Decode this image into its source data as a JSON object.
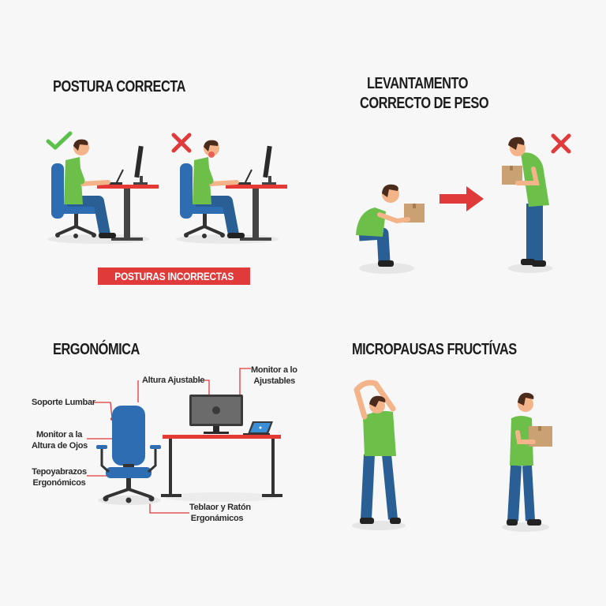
{
  "panels": {
    "posture": {
      "title": "POSTURA CORRECTA",
      "badge": "POSTURAS INCORRECTAS",
      "correct_mark": "check-icon",
      "incorrect_mark": "cross-icon"
    },
    "lifting": {
      "title_line1": "LEVANTAMENTO",
      "title_line2": "CORRECTO DE PESO",
      "arrow": "arrow-right-icon",
      "incorrect_mark": "cross-icon"
    },
    "ergonomics": {
      "title": "ERGONÓMICA",
      "callouts": {
        "lumbar": "Soporte Lumbar",
        "eye_level_1": "Monitor a la",
        "eye_level_2": "Altura de Ojos",
        "armrests_1": "Tepoyabrazos",
        "armrests_2": "Ergonómicos",
        "adjustable_height": "Altura Ajustable",
        "monitor_1": "Monitor a lo",
        "monitor_2": "Ajustables",
        "keyboard_1": "Teblaor y Ratón",
        "keyboard_2": "Ergonámicos"
      }
    },
    "breaks": {
      "title": "MICROPAUSAS FRUCTÍVAS"
    }
  },
  "colors": {
    "background": "#f7f7f7",
    "accent_red": "#e03a3a",
    "shirt_green": "#6cc04a",
    "pants_blue": "#2a5f96",
    "chair_blue": "#2f6db3",
    "skin": "#f4b48a",
    "hair": "#4a2b1c",
    "box": "#c9a173",
    "desk_red": "#e53935",
    "dark_gray": "#3a3a3a",
    "check_green": "#5cc14a"
  }
}
